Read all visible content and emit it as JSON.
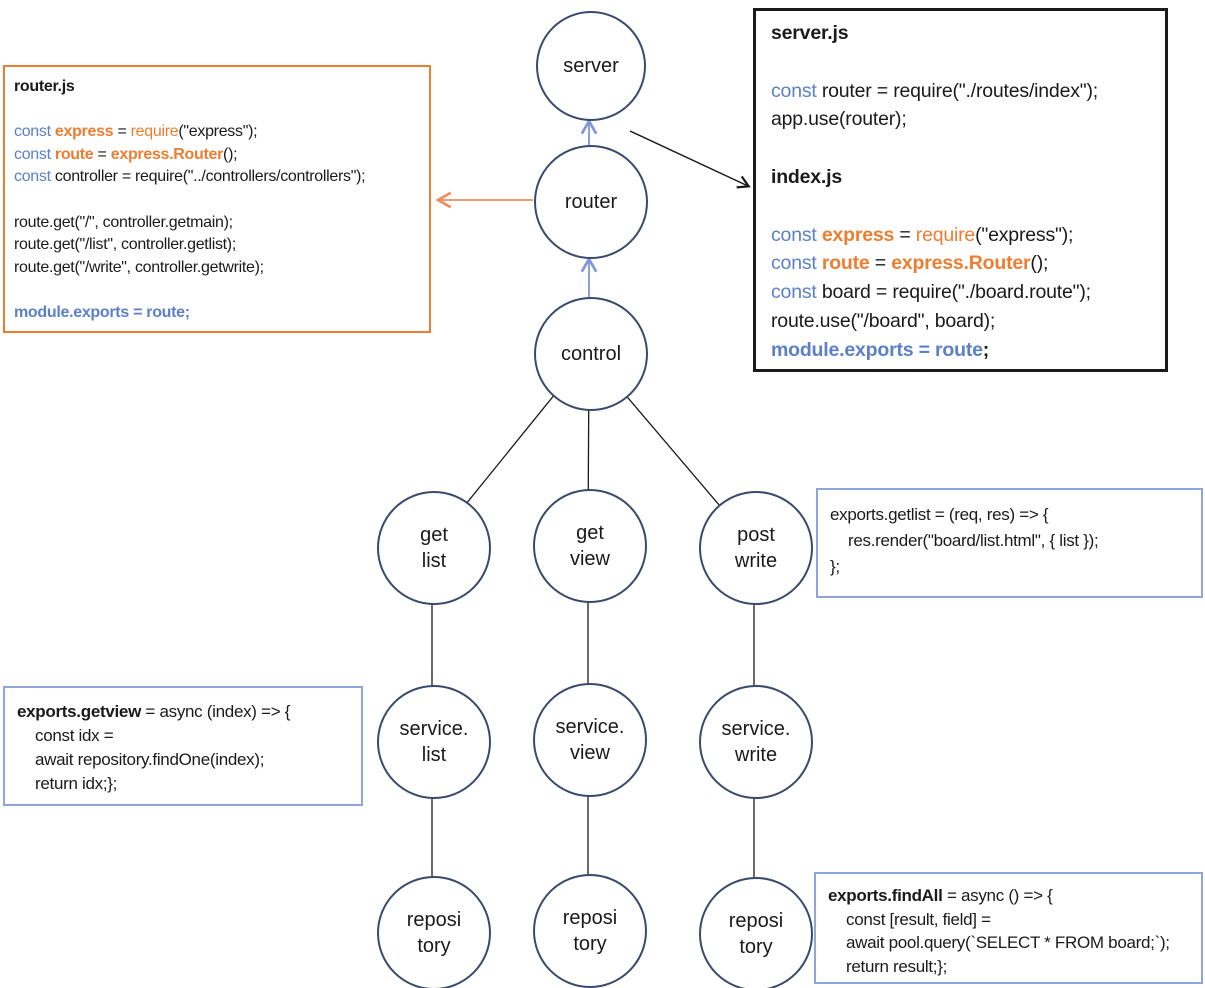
{
  "colors": {
    "circle_stroke": "#394A6D",
    "keyword_blue": "#5C80C6",
    "accent_orange": "#ED7D31",
    "arrow_blue": "#7E96DC",
    "arrow_orange": "#ED8C5F",
    "arrow_black": "#1a1a1a",
    "blue_box_border": "#8FA5DB",
    "black_box_border": "#1a1a1a"
  },
  "nodes": [
    {
      "id": "server",
      "label": "server"
    },
    {
      "id": "router",
      "label": "router"
    },
    {
      "id": "control",
      "label": "control"
    },
    {
      "id": "get-list",
      "label": "get\nlist"
    },
    {
      "id": "get-view",
      "label": "get\nview"
    },
    {
      "id": "post-write",
      "label": "post\nwrite"
    },
    {
      "id": "service-list",
      "label": "service.\nlist"
    },
    {
      "id": "service-view",
      "label": "service.\nview"
    },
    {
      "id": "service-write",
      "label": "service.\nwrite"
    },
    {
      "id": "repository-list",
      "label": "reposi\ntory"
    },
    {
      "id": "repository-view",
      "label": "reposi\ntory"
    },
    {
      "id": "repository-write",
      "label": "reposi\ntory"
    }
  ],
  "boxes": {
    "router_js": {
      "title": "router.js",
      "lines": [
        {
          "ind": 0,
          "seg": [
            {
              "t": "router.js",
              "c": "b"
            }
          ]
        },
        {
          "ind": 0,
          "seg": []
        },
        {
          "ind": 0,
          "seg": [
            {
              "t": "const ",
              "c": "kw"
            },
            {
              "t": "express",
              "c": "ob"
            },
            {
              "t": " = ",
              "c": "p"
            },
            {
              "t": "require",
              "c": "o"
            },
            {
              "t": "(\"express\");",
              "c": "p"
            }
          ]
        },
        {
          "ind": 0,
          "seg": [
            {
              "t": "const ",
              "c": "kw"
            },
            {
              "t": "route",
              "c": "ob"
            },
            {
              "t": " = ",
              "c": "p"
            },
            {
              "t": "express.Router",
              "c": "ob"
            },
            {
              "t": "();",
              "c": "p"
            }
          ]
        },
        {
          "ind": 0,
          "seg": [
            {
              "t": "const ",
              "c": "kw"
            },
            {
              "t": "controller = require(\"../controllers/controllers\");",
              "c": "p"
            }
          ]
        },
        {
          "ind": 0,
          "seg": []
        },
        {
          "ind": 0,
          "seg": [
            {
              "t": "route.get(\"/\", controller.getmain);",
              "c": "p"
            }
          ]
        },
        {
          "ind": 0,
          "seg": [
            {
              "t": "route.get(\"/list\", controller.getlist);",
              "c": "p"
            }
          ]
        },
        {
          "ind": 0,
          "seg": [
            {
              "t": "route.get(\"/write\", controller.getwrite);",
              "c": "p"
            }
          ]
        },
        {
          "ind": 0,
          "seg": []
        },
        {
          "ind": 0,
          "seg": [
            {
              "t": "module.exports = route;",
              "c": "kwb"
            }
          ]
        }
      ]
    },
    "server_index_js": {
      "title": "server.js / index.js",
      "lines": [
        {
          "ind": 0,
          "seg": [
            {
              "t": "server.js",
              "c": "b"
            }
          ]
        },
        {
          "ind": 0,
          "seg": []
        },
        {
          "ind": 0,
          "seg": [
            {
              "t": "const ",
              "c": "kw"
            },
            {
              "t": "router = require(\"./routes/index\");",
              "c": "p"
            }
          ]
        },
        {
          "ind": 0,
          "seg": [
            {
              "t": "app.use(router);",
              "c": "p"
            }
          ]
        },
        {
          "ind": 0,
          "seg": []
        },
        {
          "ind": 0,
          "seg": [
            {
              "t": "index.js",
              "c": "b"
            }
          ]
        },
        {
          "ind": 0,
          "seg": []
        },
        {
          "ind": 0,
          "seg": [
            {
              "t": "const ",
              "c": "kw"
            },
            {
              "t": "express",
              "c": "ob"
            },
            {
              "t": " = ",
              "c": "p"
            },
            {
              "t": "require",
              "c": "o"
            },
            {
              "t": "(\"express\");",
              "c": "p"
            }
          ]
        },
        {
          "ind": 0,
          "seg": [
            {
              "t": "const ",
              "c": "kw"
            },
            {
              "t": "route",
              "c": "ob"
            },
            {
              "t": " = ",
              "c": "p"
            },
            {
              "t": "express.Router",
              "c": "ob"
            },
            {
              "t": "();",
              "c": "p"
            }
          ]
        },
        {
          "ind": 0,
          "seg": [
            {
              "t": "const ",
              "c": "kw"
            },
            {
              "t": "board = require(\"./board.route\");",
              "c": "p"
            }
          ]
        },
        {
          "ind": 0,
          "seg": [
            {
              "t": "route.use(\"/board\", board);",
              "c": "p"
            }
          ]
        },
        {
          "ind": 0,
          "seg": [
            {
              "t": "module.exports = route",
              "c": "kwb"
            },
            {
              "t": ";",
              "c": "b"
            }
          ]
        }
      ]
    },
    "getlist": {
      "title": "exports.getlist",
      "lines": [
        {
          "ind": 0,
          "seg": [
            {
              "t": "exports.getlist = (req, res) => {",
              "c": "p"
            }
          ]
        },
        {
          "ind": 1,
          "seg": [
            {
              "t": "res.render(\"board/list.html\", { list });",
              "c": "p"
            }
          ]
        },
        {
          "ind": 0,
          "seg": [
            {
              "t": "};",
              "c": "p"
            }
          ]
        }
      ]
    },
    "getview": {
      "title": "exports.getview",
      "lines": [
        {
          "ind": 0,
          "seg": [
            {
              "t": "exports.getview",
              "c": "b"
            },
            {
              "t": " = async (index) => {",
              "c": "p"
            }
          ]
        },
        {
          "ind": 1,
          "seg": [
            {
              "t": "const idx =",
              "c": "p"
            }
          ]
        },
        {
          "ind": 1,
          "seg": [
            {
              "t": "await repository.findOne(index);",
              "c": "p"
            }
          ]
        },
        {
          "ind": 1,
          "seg": [
            {
              "t": "return idx;};",
              "c": "p"
            }
          ]
        }
      ]
    },
    "findall": {
      "title": "exports.findAll",
      "lines": [
        {
          "ind": 0,
          "seg": [
            {
              "t": "exports.findAll",
              "c": "b"
            },
            {
              "t": " = async () => {",
              "c": "p"
            }
          ]
        },
        {
          "ind": 1,
          "seg": [
            {
              "t": "const [result, field] =",
              "c": "p"
            }
          ]
        },
        {
          "ind": 1,
          "seg": [
            {
              "t": "await pool.query(`SELECT * FROM board;`);",
              "c": "p"
            }
          ]
        },
        {
          "ind": 1,
          "seg": [
            {
              "t": "return result;};",
              "c": "p"
            }
          ]
        }
      ]
    }
  }
}
